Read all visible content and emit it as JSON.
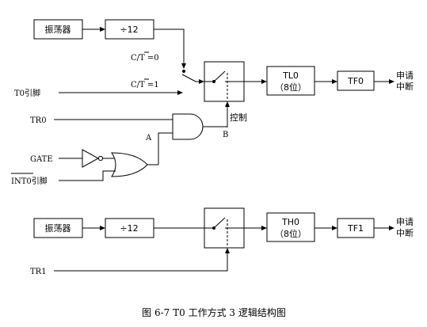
{
  "osc_label": "振荡器",
  "div_label": "÷12",
  "ct0_label": "C/T =0",
  "ct1_label": "C/T =1",
  "t0_pin_label": "T0引脚",
  "tr0_label": "TR0",
  "gate_label": "GATE",
  "int0_label": "INT0引脚",
  "control_label": "控制",
  "node_a": "A",
  "node_b": "B",
  "tl0_label": "TL0",
  "tl0_bits": "（8位）",
  "tf0_label": "TF0",
  "th0_label": "TH0",
  "th0_bits": "（8位）",
  "tf1_label": "TF1",
  "tr1_label": "TR1",
  "request_l1": "申请",
  "request_l2": "中断",
  "caption": "图 6-7 T0 工作方式 3 逻辑结构图"
}
